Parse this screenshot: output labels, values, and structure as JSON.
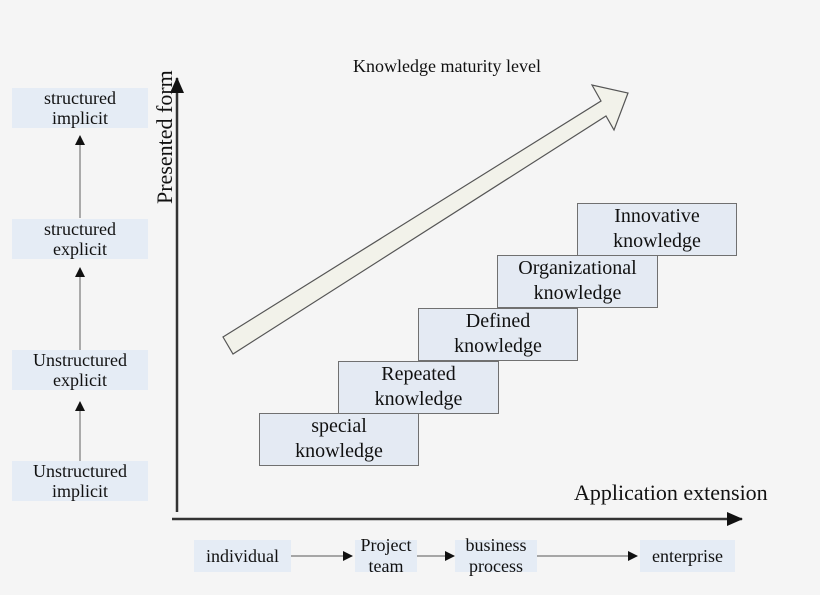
{
  "title": "Knowledge maturity level",
  "axes": {
    "y_label": "Presented form",
    "x_label": "Application extension"
  },
  "presented_forms": [
    {
      "line1": "structured",
      "line2": "implicit"
    },
    {
      "line1": "structured",
      "line2": "explicit"
    },
    {
      "line1": "Unstructured",
      "line2": "explicit"
    },
    {
      "line1": "Unstructured",
      "line2": "implicit"
    }
  ],
  "application_scopes": [
    {
      "line1": "individual",
      "line2": ""
    },
    {
      "line1": "Project",
      "line2": "team"
    },
    {
      "line1": "business",
      "line2": "process"
    },
    {
      "line1": "enterprise",
      "line2": ""
    }
  ],
  "knowledge_steps": [
    {
      "line1": "special",
      "line2": "knowledge"
    },
    {
      "line1": "Repeated",
      "line2": "knowledge"
    },
    {
      "line1": "Defined",
      "line2": "knowledge"
    },
    {
      "line1": "Organizational",
      "line2": "knowledge"
    },
    {
      "line1": "Innovative",
      "line2": "knowledge"
    }
  ],
  "colors": {
    "background": "#f5f5f5",
    "box_fill": "#e5ecf5",
    "arrow_fill": "#f2f2ea",
    "axis": "#333333"
  }
}
